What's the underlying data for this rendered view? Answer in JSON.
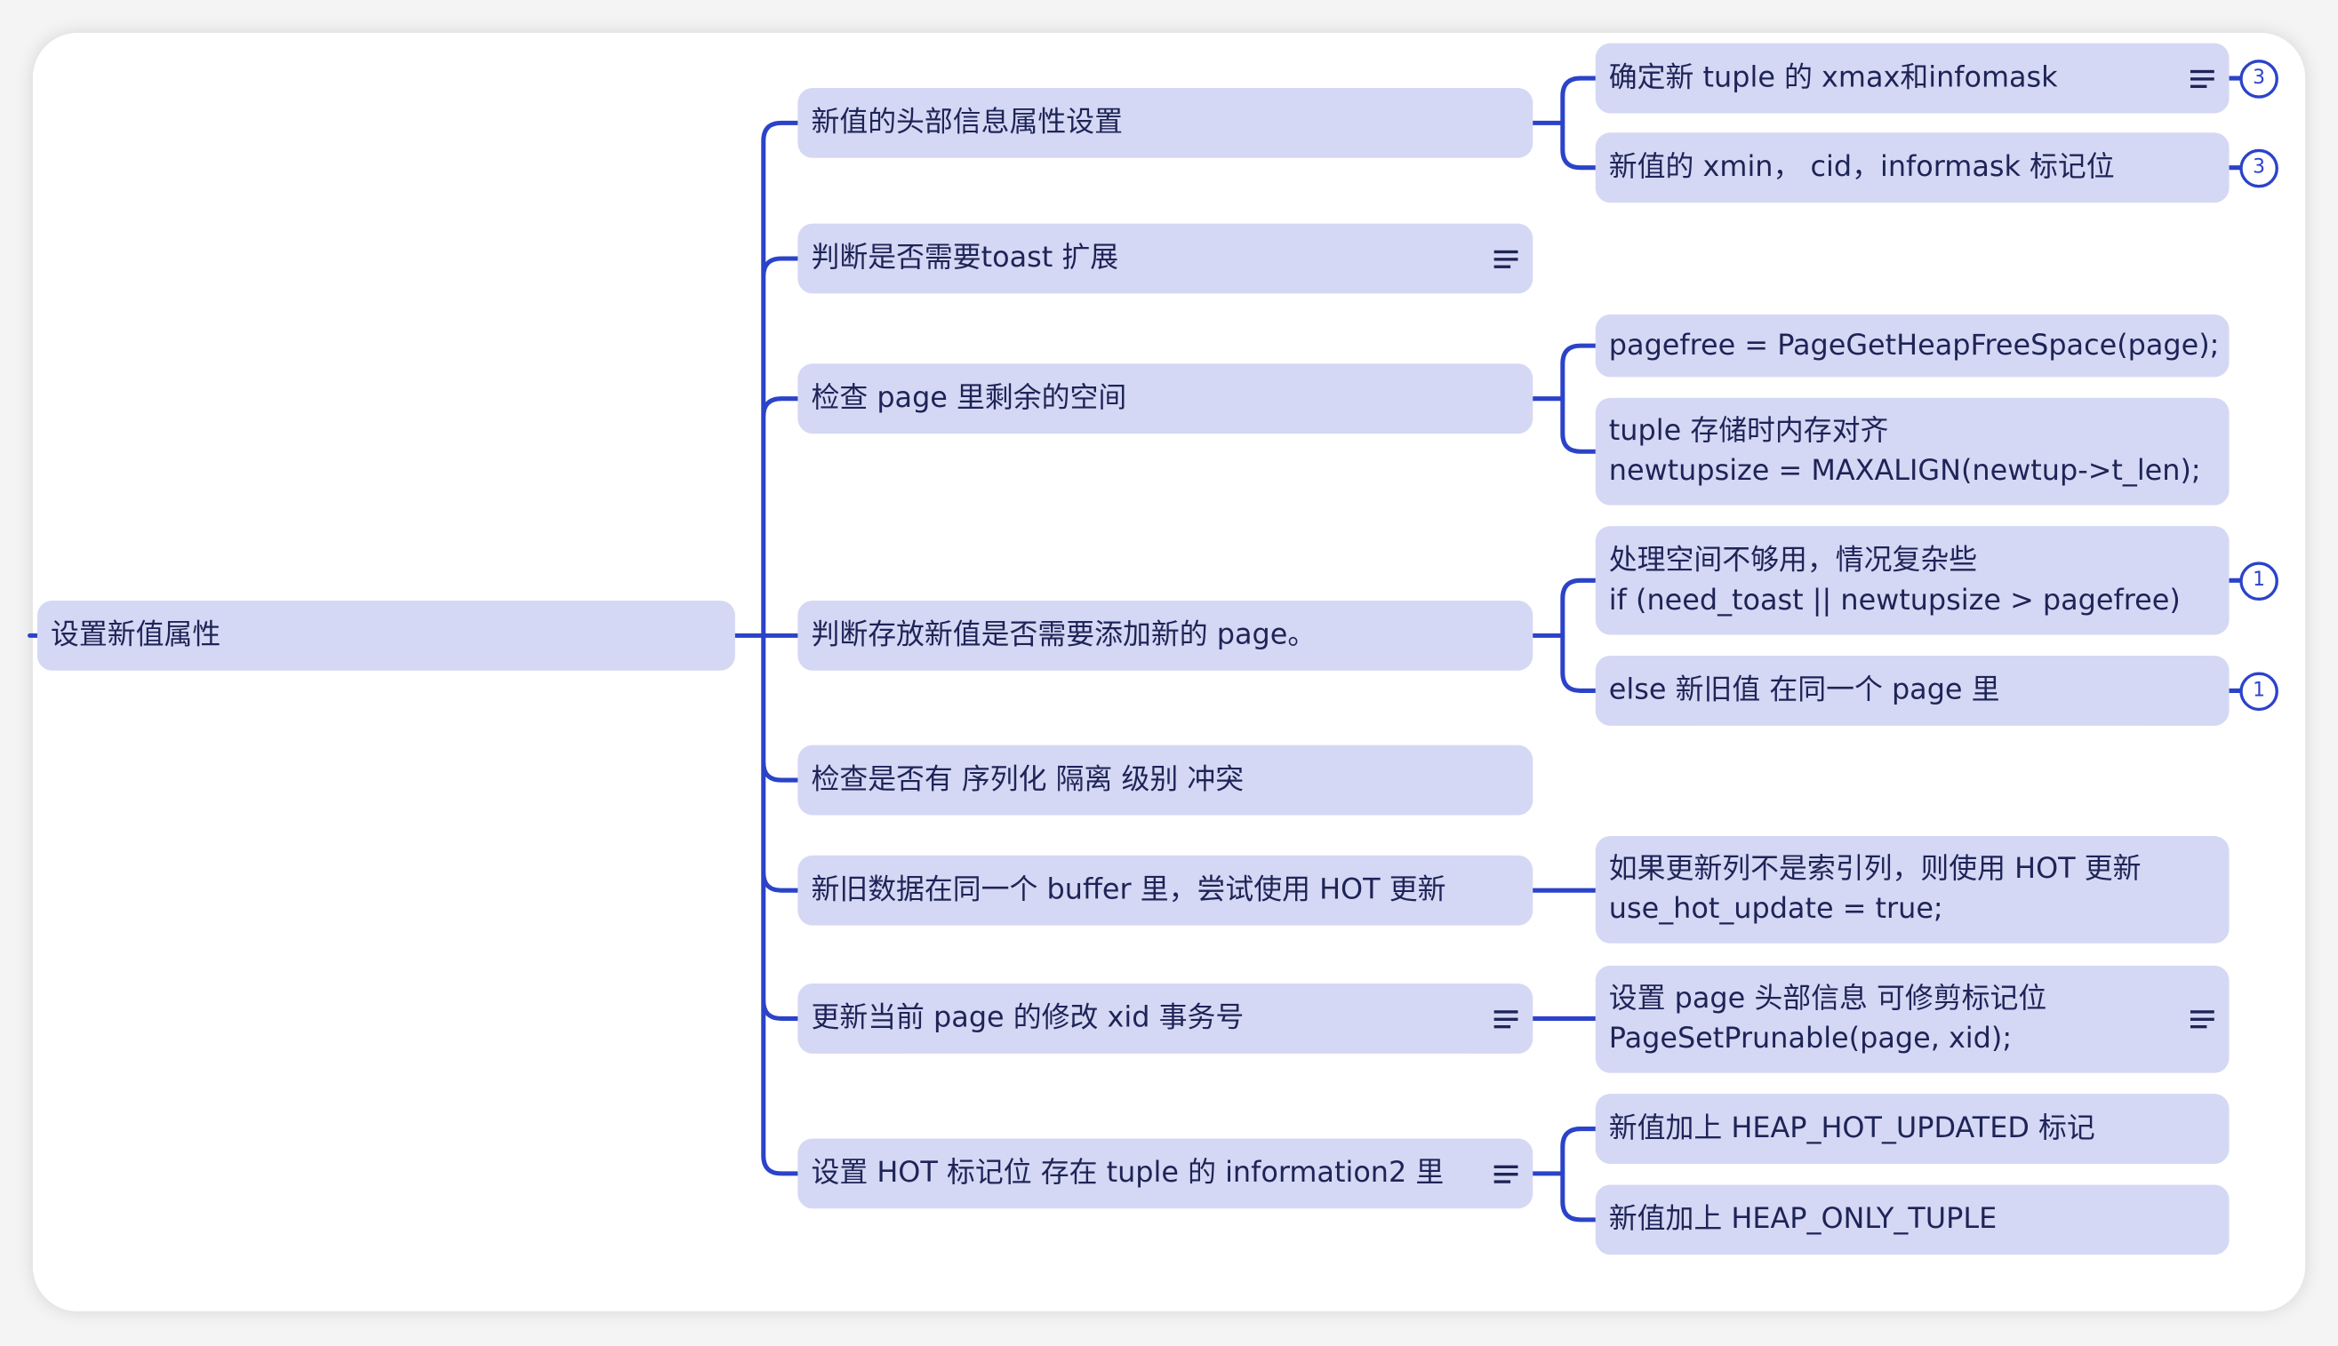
{
  "root": {
    "label": "设置新值属性"
  },
  "colors": {
    "line": "#2b43c9",
    "node": "#d5d8f4",
    "text": "#1e2457"
  },
  "level1": [
    {
      "label": "新值的头部信息属性设置"
    },
    {
      "label": "判断是否需要toast 扩展",
      "note": "note-icon"
    },
    {
      "label": "检查 page 里剩余的空间"
    },
    {
      "label": "判断存放新值是否需要添加新的 page。"
    },
    {
      "label": "检查是否有 序列化 隔离 级别 冲突"
    },
    {
      "label": "新旧数据在同一个 buffer 里，尝试使用 HOT 更新"
    },
    {
      "label": "更新当前 page 的修改 xid 事务号",
      "note": "note-icon"
    },
    {
      "label": "设置 HOT 标记位 存在 tuple 的 information2 里",
      "note": "note-icon"
    }
  ],
  "level2": [
    {
      "label": "确定新 tuple 的 xmax和infomask",
      "note": "note-icon",
      "badge": "3"
    },
    {
      "label": "新值的 xmin， cid，informask 标记位",
      "badge": "3"
    },
    {
      "label": "pagefree = PageGetHeapFreeSpace(page);"
    },
    {
      "label": "tuple 存储时内存对齐\nnewtupsize = MAXALIGN(newtup->t_len);"
    },
    {
      "label": "处理空间不够用，情况复杂些\nif (need_toast || newtupsize > pagefree)",
      "badge": "1"
    },
    {
      "label": "else 新旧值 在同一个 page 里",
      "badge": "1"
    },
    {
      "label": "如果更新列不是索引列，则使用 HOT 更新\nuse_hot_update = true;"
    },
    {
      "label": "设置 page 头部信息 可修剪标记位\nPageSetPrunable(page, xid);",
      "note": "note-icon"
    },
    {
      "label": "新值加上 HEAP_HOT_UPDATED 标记"
    },
    {
      "label": "新值加上 HEAP_ONLY_TUPLE"
    }
  ]
}
